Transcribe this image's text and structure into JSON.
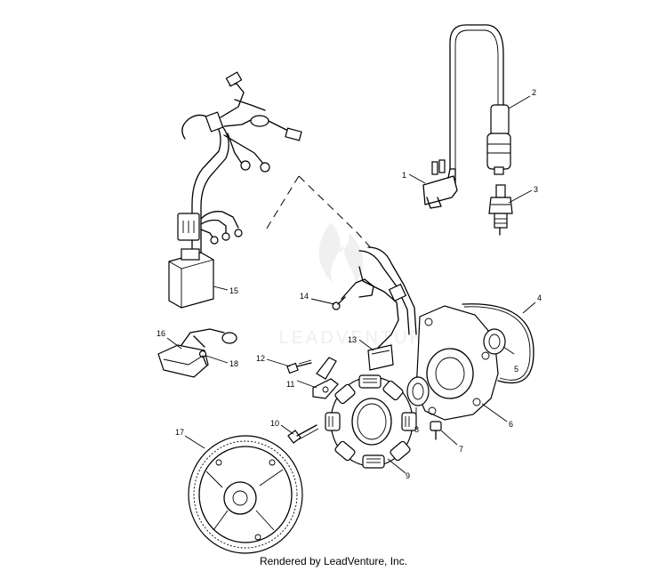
{
  "diagram": {
    "watermark": "LEADVENTURE",
    "callouts": [
      {
        "id": "1",
        "text": "1"
      },
      {
        "id": "2",
        "text": "2"
      },
      {
        "id": "3",
        "text": "3"
      },
      {
        "id": "4",
        "text": "4"
      },
      {
        "id": "5",
        "text": "5"
      },
      {
        "id": "6",
        "text": "6"
      },
      {
        "id": "7",
        "text": "7"
      },
      {
        "id": "8",
        "text": "8"
      },
      {
        "id": "9",
        "text": "9"
      },
      {
        "id": "10",
        "text": "10"
      },
      {
        "id": "11",
        "text": "11"
      },
      {
        "id": "12",
        "text": "12"
      },
      {
        "id": "13",
        "text": "13"
      },
      {
        "id": "14",
        "text": "14"
      },
      {
        "id": "15",
        "text": "15"
      },
      {
        "id": "16",
        "text": "16"
      },
      {
        "id": "17",
        "text": "17"
      },
      {
        "id": "18",
        "text": "18"
      }
    ]
  },
  "footer": {
    "text": "Rendered by LeadVenture, Inc."
  }
}
